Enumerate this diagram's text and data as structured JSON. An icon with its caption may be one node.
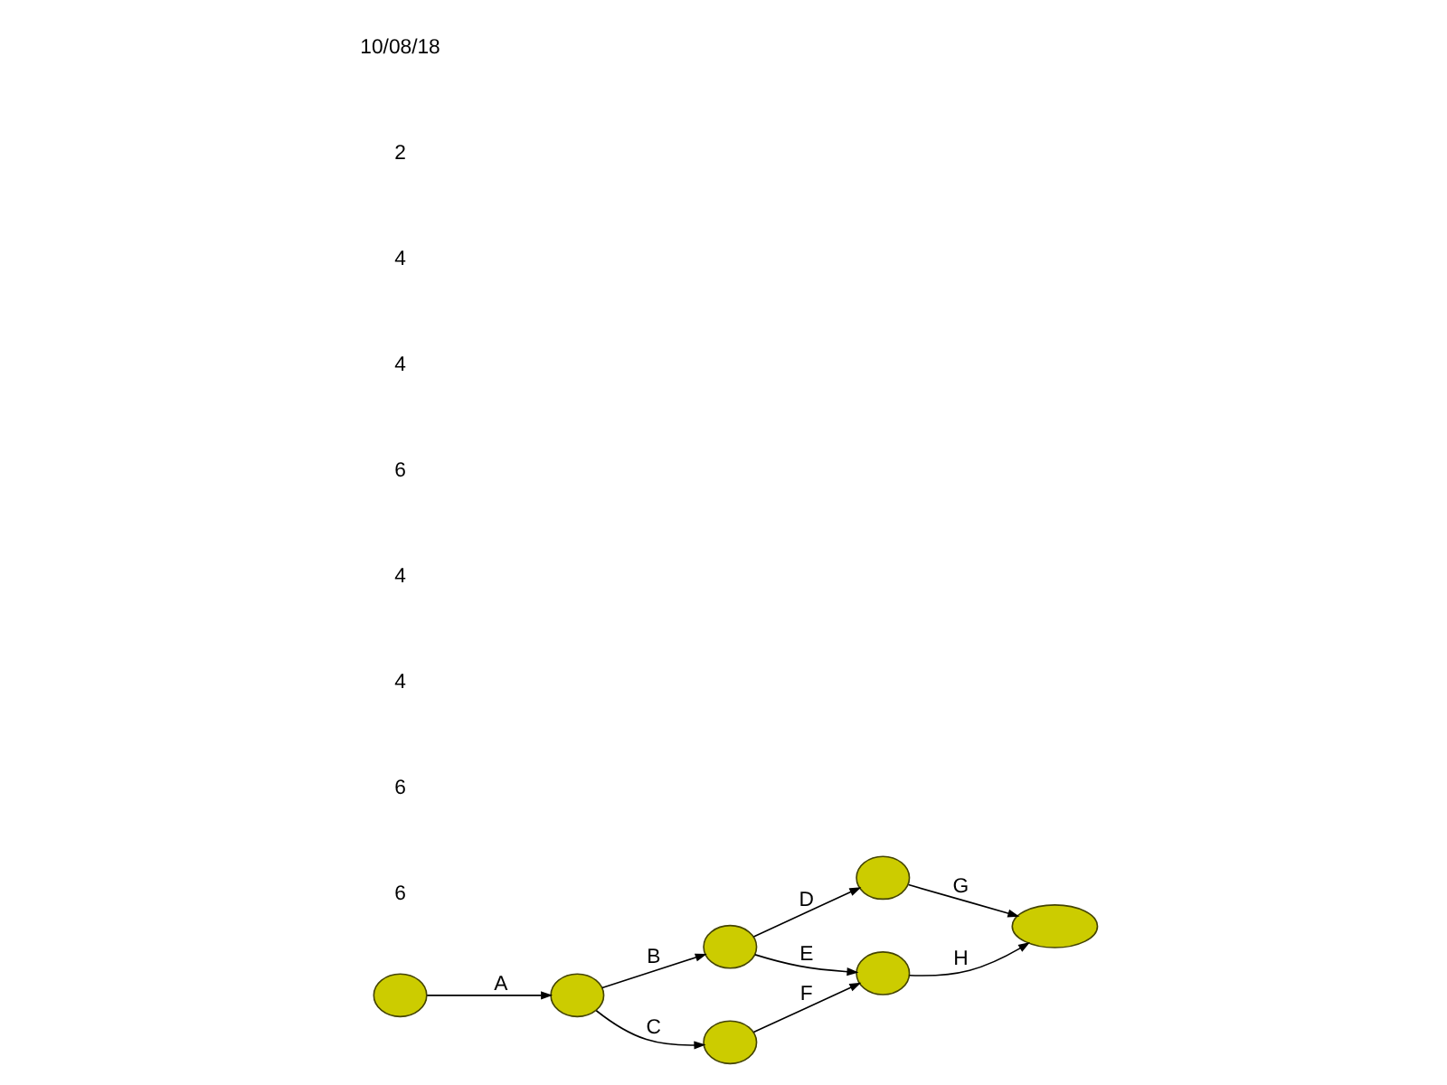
{
  "diagram": {
    "nodes": [
      {
        "text": [],
        "shape": "circle"
      },
      {
        "text": [],
        "shape": "circle"
      },
      {
        "text": [],
        "shape": "circle"
      },
      {
        "text": [],
        "shape": "circle"
      },
      {
        "text": [],
        "shape": "circle"
      },
      {
        "text": [],
        "shape": "circle"
      },
      {
        "text": [],
        "shape": "circle"
      }
    ],
    "edges": [
      {
        "from": 0,
        "to": 1,
        "arrow": "to",
        "label": "A"
      },
      {
        "from": 1,
        "to": 2,
        "arrow": "to",
        "label": "B"
      },
      {
        "from": 1,
        "to": 3,
        "arrow": "to",
        "label": "C"
      },
      {
        "from": 2,
        "to": 4,
        "arrow": "to",
        "label": "D"
      },
      {
        "from": 2,
        "to": 5,
        "arrow": "to",
        "label": "E"
      },
      {
        "from": 3,
        "to": 5,
        "arrow": "to",
        "label": "F"
      },
      {
        "from": 4,
        "to": 6,
        "arrow": "to",
        "label": "G"
      },
      {
        "from": 5,
        "to": 6,
        "arrow": "to",
        "label": "H"
      }
    ],
    "labels": [
      "6",
      "6",
      "4",
      "4",
      "6",
      "4",
      "4",
      "2",
      "10/08/18"
    ]
  }
}
